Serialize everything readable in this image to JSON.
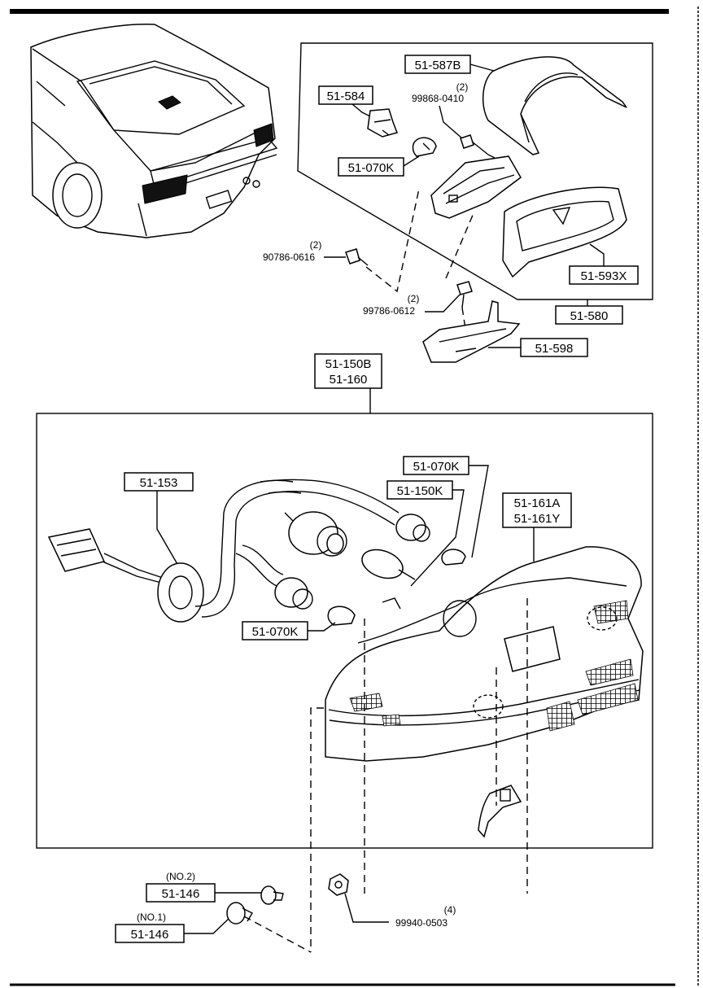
{
  "parts": {
    "p51_584": "51-584",
    "p51_587B": "51-587B",
    "p51_070K_top": "51-070K",
    "p51_593X": "51-593X",
    "p51_580": "51-580",
    "p51_598": "51-598",
    "p51_150B": "51-150B",
    "p51_160": "51-160",
    "p51_153": "51-153",
    "p51_070K_mid": "51-070K",
    "p51_150K": "51-150K",
    "p51_161A": "51-161A",
    "p51_161Y": "51-161Y",
    "p51_070K_low": "51-070K",
    "p51_146_no2": "51-146",
    "p51_146_no1": "51-146"
  },
  "hardware": {
    "bolt_99868_qty": "(2)",
    "bolt_99868": "99868-0410",
    "bolt_90786_qty": "(2)",
    "bolt_90786": "90786-0616",
    "bolt_99786_qty": "(2)",
    "bolt_99786": "99786-0612",
    "nut_99940_qty": "(4)",
    "nut_99940": "99940-0503"
  },
  "notes": {
    "no2": "(NO.2)",
    "no1": "(NO.1)"
  }
}
